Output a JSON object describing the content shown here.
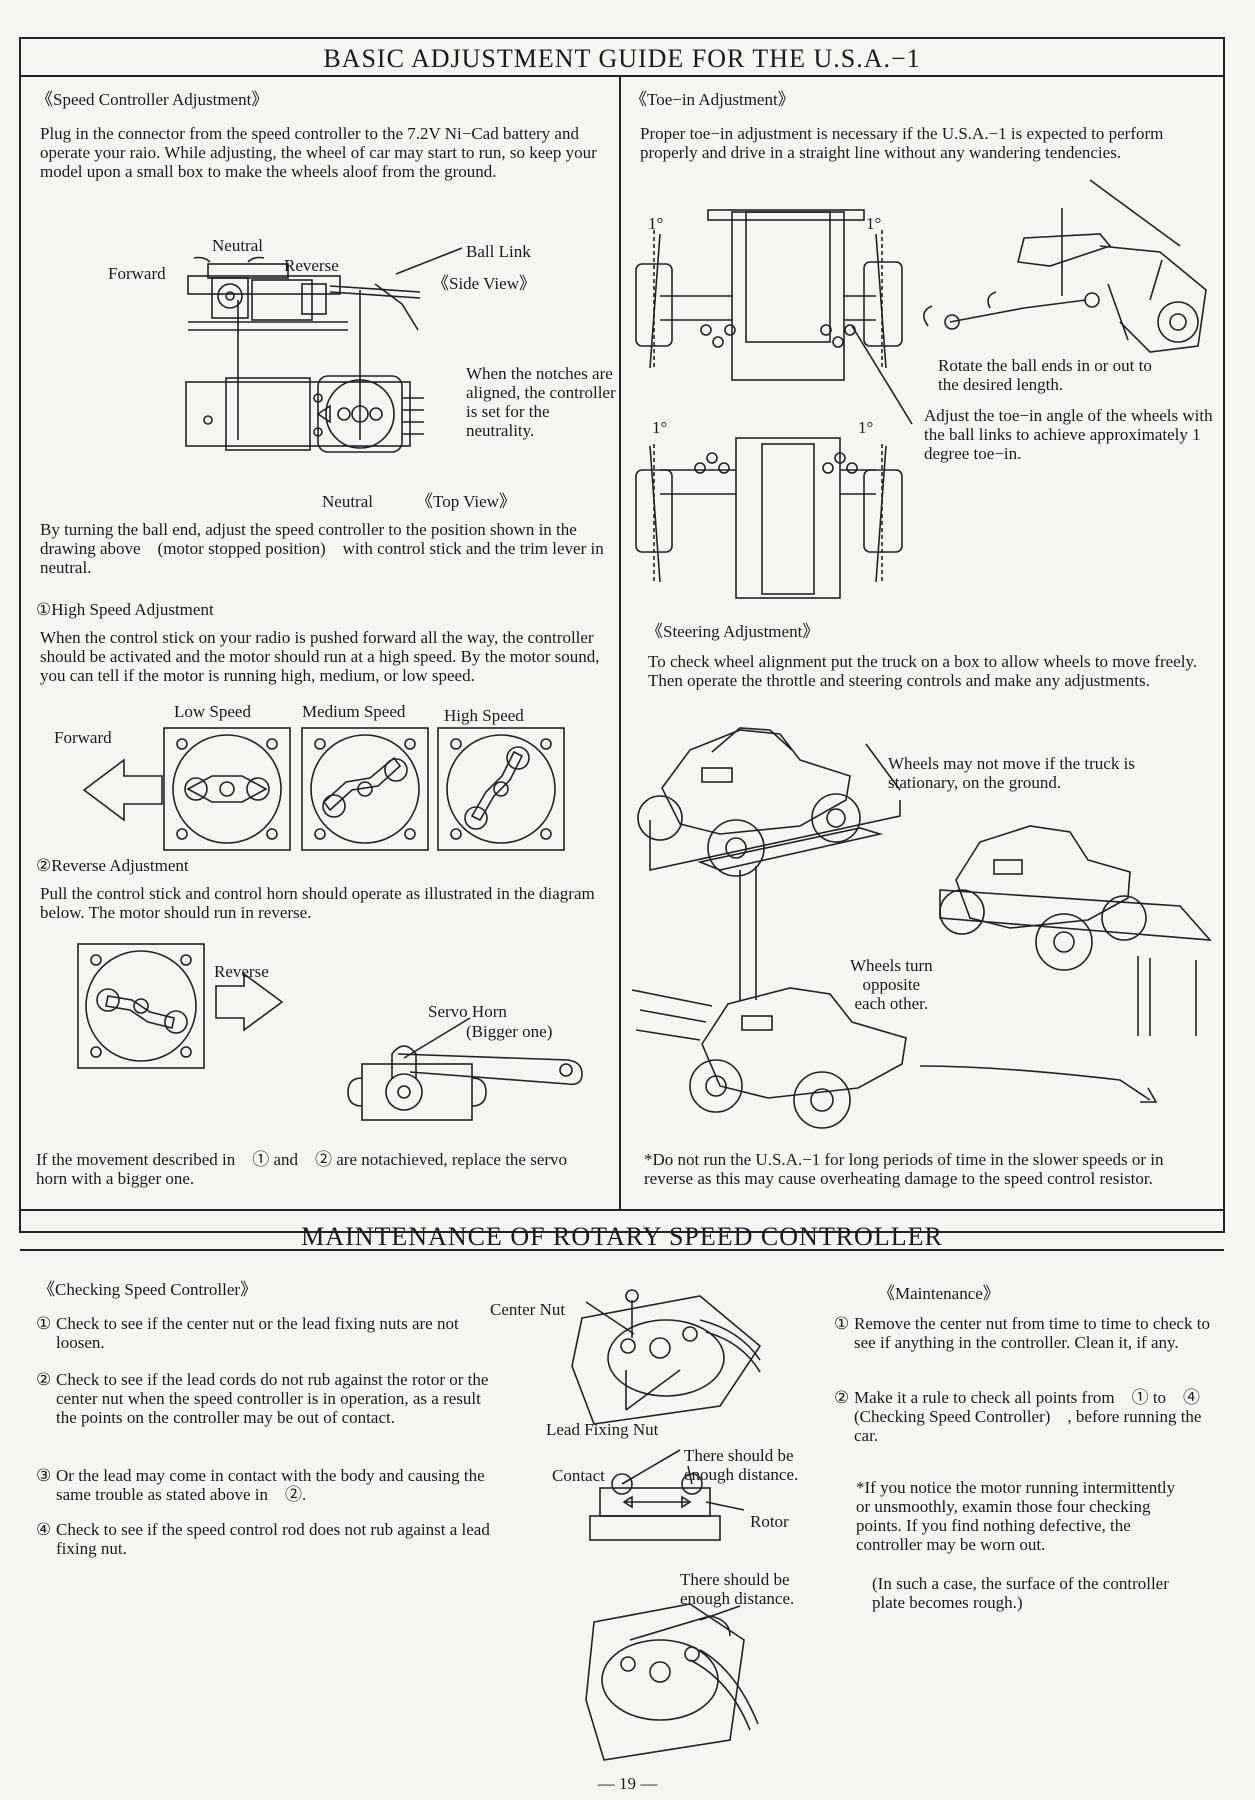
{
  "title": "BASIC ADJUSTMENT GUIDE FOR THE U.S.A.−1",
  "speed_controller": {
    "heading": "《Speed Controller Adjustment》",
    "intro": "Plug in the connector from the speed controller to the 7.2V Ni−Cad battery and operate your raio. While adjusting, the wheel of car may start to run, so keep your model upon a small box to make the wheels aloof from the ground.",
    "diagram": {
      "neutral": "Neutral",
      "forward": "Forward",
      "reverse": "Reverse",
      "ball_link": "Ball Link",
      "side_view": "《Side View》",
      "notches": "When the notches are aligned, the controller is set for the neutrality.",
      "neutral_bottom": "Neutral",
      "top_view": "《Top View》"
    },
    "ball_end_text": "By turning the ball end, adjust the speed controller to the position shown in the drawing above　(motor stopped position)　with control stick and the trim lever in neutral.",
    "high_speed": {
      "heading": "①High Speed Adjustment",
      "text": "When the control stick on your radio is pushed forward all the way, the controller should be activated and the motor should run at a high speed. By the motor sound, you can tell if the motor is running high, medium, or low speed.",
      "forward": "Forward",
      "low": "Low Speed",
      "medium": "Medium Speed",
      "high": "High Speed"
    },
    "reverse_adj": {
      "heading": "②Reverse Adjustment",
      "text": "Pull the control stick and control horn should operate as illustrated in the diagram below. The motor should run in reverse.",
      "reverse": "Reverse",
      "servo_horn": "Servo Horn",
      "bigger": "(Bigger one)",
      "footer": "If the movement described in　① and　② are notachieved, replace the servo horn with a bigger one."
    }
  },
  "toe_in": {
    "heading": "《Toe−in Adjustment》",
    "intro": "Proper toe−in adjustment is necessary if the U.S.A.−1 is expected to perform properly and drive in a straight line without any wandering tendencies.",
    "degree": "1°",
    "rotate": "Rotate the ball ends in or out to the desired length.",
    "adjust": "Adjust the toe−in angle of the wheels with the ball links to achieve approximately 1 degree toe−in."
  },
  "steering": {
    "heading": "《Steering Adjustment》",
    "text": "To check wheel alignment put the truck on a box to allow wheels to move freely. Then operate the throttle and steering controls and make any adjustments.",
    "wheels_stationary": "Wheels may not move if the truck is stationary, on the ground.",
    "wheels_turn": "Wheels turn\nopposite\neach other.",
    "note": "*Do not run the U.S.A.−1 for long periods of time in the slower speeds or in reverse as this may cause overheating damage to the speed control resistor."
  },
  "maintenance_title": "MAINTENANCE OF ROTARY SPEED CONTROLLER",
  "checking": {
    "heading": "《Checking Speed Controller》",
    "items": [
      {
        "num": "①",
        "text": "Check to see if the center nut or the lead fixing nuts are not loosen."
      },
      {
        "num": "②",
        "text": "Check to see if the lead cords do not rub against the rotor or the center nut when the speed controller is in operation, as a result the points on the controller may be out of contact."
      },
      {
        "num": "③",
        "text": "Or the lead may come in contact with the body and causing the same trouble as stated above in　②."
      },
      {
        "num": "④",
        "text": "Check to see if the speed control rod does not rub against a lead fixing nut."
      }
    ]
  },
  "center_diagram": {
    "center_nut": "Center Nut",
    "lead_fixing_nut": "Lead Fixing Nut",
    "contact": "Contact",
    "distance1": "There should be\nenough distance.",
    "rotor": "Rotor",
    "distance2": "There should be\nenough distance."
  },
  "maintenance": {
    "heading": "《Maintenance》",
    "items": [
      {
        "num": "①",
        "text": "Remove the center nut from time to time to check to see if anything in the controller. Clean it, if any."
      },
      {
        "num": "②",
        "text": "Make it a rule to check all points from　① to　④　(Checking Speed Controller)　, before running the car."
      }
    ],
    "note": "*If you notice the motor running intermittently or unsmoothly, examin those four checking points. If you find nothing defective, the controller may be worn out.",
    "note2": "(In such a case, the surface of the controller plate becomes rough.)"
  },
  "page_number": "— 19 —"
}
